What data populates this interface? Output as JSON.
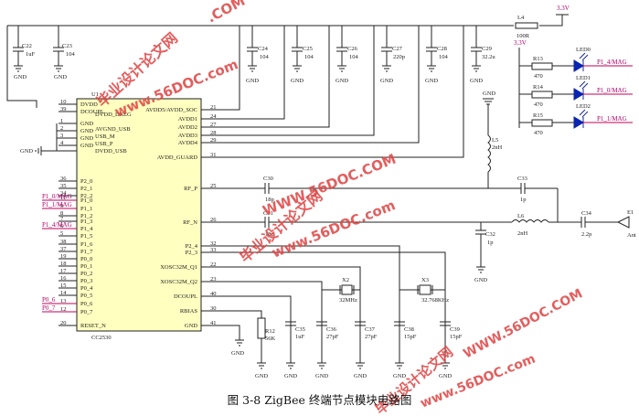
{
  "caption": "图 3-8 ZigBee 终端节点模块电路图",
  "chip": {
    "ref": "U1",
    "name": "CC2530",
    "left_pins": [
      {
        "num": "10",
        "name": "DVDD"
      },
      {
        "num": "39",
        "name": "DCOUPL"
      },
      {
        "num": "1",
        "name": "GND"
      },
      {
        "num": "2",
        "name": "GND"
      },
      {
        "num": "3",
        "name": "GND"
      },
      {
        "num": "4",
        "name": "GND"
      },
      {
        "num": "36",
        "name": "P2_0"
      },
      {
        "num": "35",
        "name": "P2_1"
      },
      {
        "num": "34",
        "name": "P2_2"
      },
      {
        "num": "11",
        "name": "P1_0"
      },
      {
        "num": "9",
        "name": "P1_1"
      },
      {
        "num": "8",
        "name": "P1_2"
      },
      {
        "num": "7",
        "name": "P1_3"
      },
      {
        "num": "6",
        "name": "P1_4"
      },
      {
        "num": "5",
        "name": "P1_5"
      },
      {
        "num": "38",
        "name": "P1_6"
      },
      {
        "num": "37",
        "name": "P1_7"
      },
      {
        "num": "19",
        "name": "P0_0"
      },
      {
        "num": "18",
        "name": "P0_1"
      },
      {
        "num": "17",
        "name": "P0_2"
      },
      {
        "num": "16",
        "name": "P0_3"
      },
      {
        "num": "15",
        "name": "P0_4"
      },
      {
        "num": "14",
        "name": "P0_5"
      },
      {
        "num": "13",
        "name": "P0_6"
      },
      {
        "num": "12",
        "name": "P0_7"
      },
      {
        "num": "20",
        "name": "RESET_N"
      }
    ],
    "right_pins": [
      {
        "num": "21",
        "name": "AVDD5/AVDD_SOC"
      },
      {
        "num": "24",
        "name": "AVDD1"
      },
      {
        "num": "27",
        "name": "AVDD2"
      },
      {
        "num": "28",
        "name": "AVDD3"
      },
      {
        "num": "29",
        "name": "AVDD4"
      },
      {
        "num": "31",
        "name": "AVDD_GUARD"
      },
      {
        "num": "25",
        "name": "RF_P"
      },
      {
        "num": "26",
        "name": "RF_N"
      },
      {
        "num": "32",
        "name": "P2_4"
      },
      {
        "num": "33",
        "name": "P2_3"
      },
      {
        "num": "22",
        "name": "XOSC32M_Q1"
      },
      {
        "num": "23",
        "name": "XOSC32M_Q2"
      },
      {
        "num": "40",
        "name": "DCOUPL"
      },
      {
        "num": "30",
        "name": "RBIAS"
      },
      {
        "num": "41",
        "name": "GND"
      }
    ],
    "extra_labels": [
      "DVDD_DREG",
      "AVGND_USB",
      "USB_M",
      "USB_P",
      "DVDD_USB"
    ]
  },
  "net_labels": [
    "P1_0/MAG",
    "P1_1/MAG",
    "P1_4/MAG",
    "P0_6",
    "P0_7"
  ],
  "power": {
    "rail": "3.3V",
    "rail2": "3.3V",
    "gnd": "GND"
  },
  "top_caps": [
    {
      "ref": "C22",
      "val": "1uF"
    },
    {
      "ref": "C23",
      "val": "104"
    },
    {
      "ref": "C24",
      "val": "104"
    },
    {
      "ref": "C25",
      "val": "104"
    },
    {
      "ref": "C26",
      "val": "104"
    },
    {
      "ref": "C27",
      "val": "220p"
    },
    {
      "ref": "C28",
      "val": "104"
    },
    {
      "ref": "C29",
      "val": "32.2u"
    }
  ],
  "inductor_l4": {
    "ref": "L4",
    "val": "100R"
  },
  "leds": [
    {
      "res_ref": "R13",
      "res_val": "470",
      "led": "LED0",
      "net": "P1_4/MAG"
    },
    {
      "res_ref": "R14",
      "res_val": "470",
      "led": "LED1",
      "net": "P1_0/MAG"
    },
    {
      "res_ref": "R15",
      "res_val": "470",
      "led": "LED2",
      "net": "P1_1/MAG"
    }
  ],
  "rf": {
    "l5": {
      "ref": "L5",
      "val": "2nH"
    },
    "c30": {
      "ref": "C30",
      "val": "18p"
    },
    "c31": {
      "ref": "C31",
      "val": "18p"
    },
    "c33": {
      "ref": "C33",
      "val": "1p"
    },
    "c32": {
      "ref": "C32",
      "val": "1p"
    },
    "l6": {
      "ref": "L6",
      "val": "2nH"
    },
    "c34": {
      "ref": "C34",
      "val": "2.2p"
    },
    "e1": {
      "ref": "E1",
      "val": "Ant"
    }
  },
  "osc": {
    "x2": {
      "ref": "X2",
      "val": "32MHz"
    },
    "x3": {
      "ref": "X3",
      "val": "32.768KHz"
    },
    "r12": {
      "ref": "R12",
      "val": "56K"
    },
    "c35": {
      "ref": "C35",
      "val": "1uF"
    },
    "c36": {
      "ref": "C36",
      "val": "27pF"
    },
    "c37": {
      "ref": "C37",
      "val": "27pF"
    },
    "c38": {
      "ref": "C38",
      "val": "15pF"
    },
    "c39": {
      "ref": "C39",
      "val": "15pF"
    }
  },
  "watermark": {
    "line1": "毕业设计论文网",
    "line2": "www.56DOC.com",
    "line3": "WWW.56DOC.COM",
    "short": ".COM"
  },
  "colors": {
    "wire": "#222222",
    "blue_wire": "#1a2aa0",
    "red_wire": "#c0005a",
    "chip_fill": "#ffffc0",
    "led_fill": "#0a25b0",
    "watermark": "#e04848"
  }
}
